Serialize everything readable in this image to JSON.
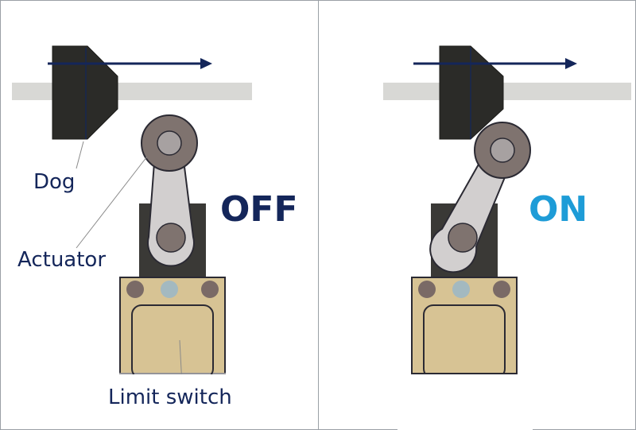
{
  "labels": {
    "dog": "Dog",
    "actuator": "Actuator",
    "limit_switch": "Limit switch",
    "off": "OFF",
    "on": "ON"
  },
  "colors": {
    "border": "#9aa0a6",
    "navy": "#14265a",
    "rail": "#d8d8d5",
    "dog": "#2b2b28",
    "arm_fill": "#d2cfcf",
    "pivot": "#7f736f",
    "switch_body": "#3a3936",
    "housing": "#d7c394",
    "outline": "#2b2a33",
    "screw": "#7a6a66",
    "led": "#a3b9c0",
    "off_color": "#14265a",
    "on_color": "#1e9cd7"
  }
}
